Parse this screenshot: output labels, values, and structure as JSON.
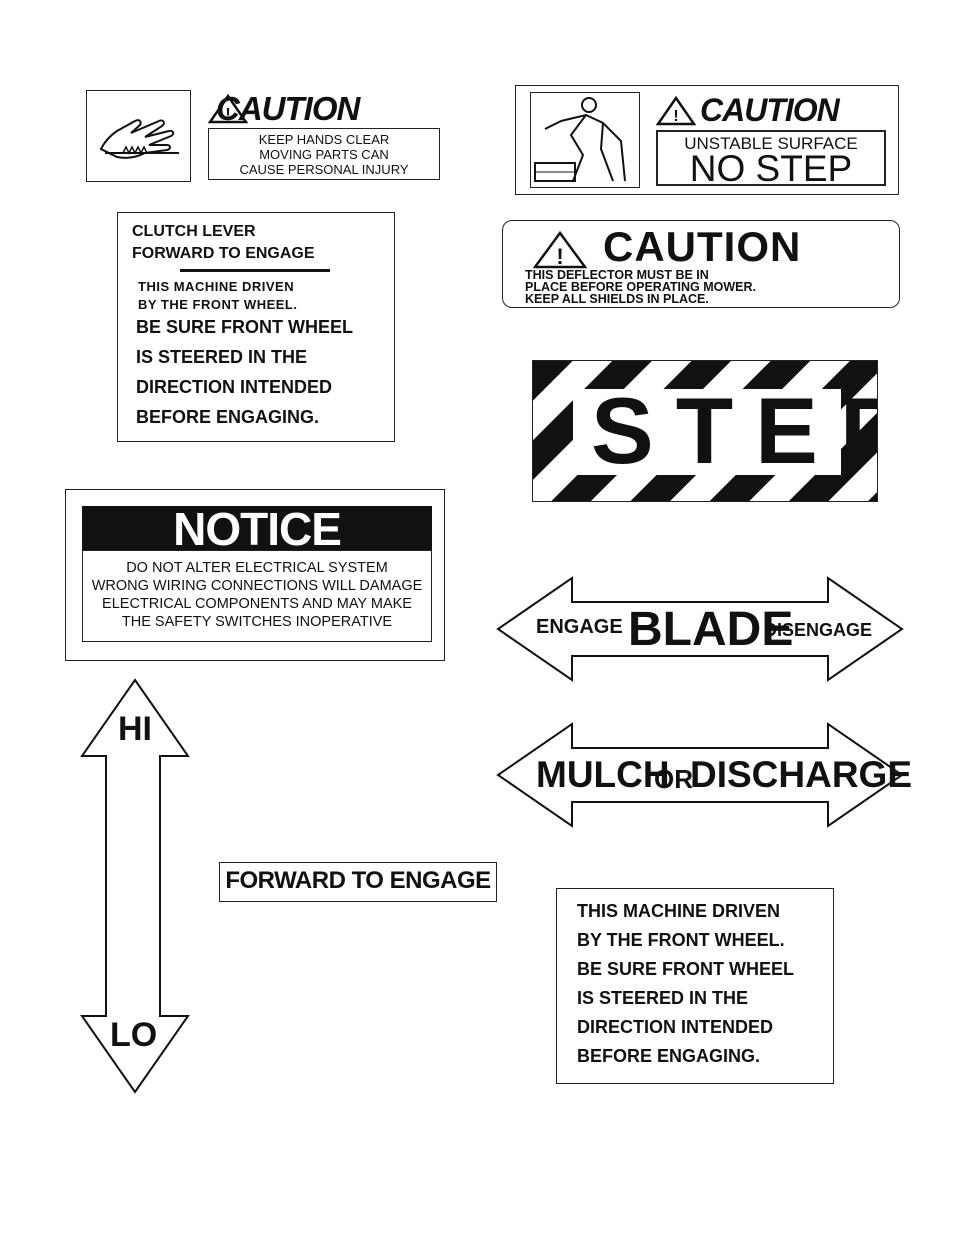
{
  "hand_caution": {
    "heading": "CAUTION",
    "lines": [
      "KEEP HANDS CLEAR",
      "MOVING PARTS CAN",
      "CAUSE PERSONAL INJURY"
    ]
  },
  "nostep_caution": {
    "heading": "CAUTION",
    "sub": "UNSTABLE SURFACE",
    "big": "NO STEP"
  },
  "clutch": {
    "title1": "CLUTCH LEVER",
    "title2": "FORWARD TO ENGAGE",
    "small1": "THIS MACHINE DRIVEN",
    "small2": "BY THE FRONT WHEEL.",
    "lines": [
      "BE SURE FRONT WHEEL",
      "IS STEERED IN THE",
      "DIRECTION INTENDED",
      "BEFORE ENGAGING."
    ]
  },
  "deflector": {
    "heading": "CAUTION",
    "lines": [
      "THIS DEFLECTOR MUST BE IN",
      "PLACE BEFORE OPERATING MOWER.",
      "KEEP ALL SHIELDS IN PLACE."
    ]
  },
  "step": {
    "text": "STEP"
  },
  "notice": {
    "title": "NOTICE",
    "lines": [
      "DO NOT ALTER ELECTRICAL SYSTEM",
      "WRONG WIRING CONNECTIONS WILL DAMAGE",
      "ELECTRICAL COMPONENTS AND MAY MAKE",
      "THE SAFETY SWITCHES INOPERATIVE"
    ]
  },
  "blade": {
    "left": "ENGAGE",
    "center": "BLADE",
    "right": "DISENGAGE"
  },
  "mulch": {
    "word1": "MULCH",
    "word2": "OR",
    "word3": "DISCHARGE"
  },
  "hilo": {
    "hi": "HI",
    "lo": "LO"
  },
  "forward": {
    "text": "FORWARD TO ENGAGE"
  },
  "wheel": {
    "lines": [
      "THIS MACHINE DRIVEN",
      "BY THE FRONT WHEEL.",
      "BE SURE FRONT WHEEL",
      "IS STEERED IN THE",
      "DIRECTION INTENDED",
      "BEFORE ENGAGING."
    ]
  },
  "colors": {
    "ink": "#111111",
    "paper": "#ffffff"
  },
  "icons": [
    "warning-triangle-icon",
    "hand-hazard-icon",
    "person-slipping-icon"
  ]
}
